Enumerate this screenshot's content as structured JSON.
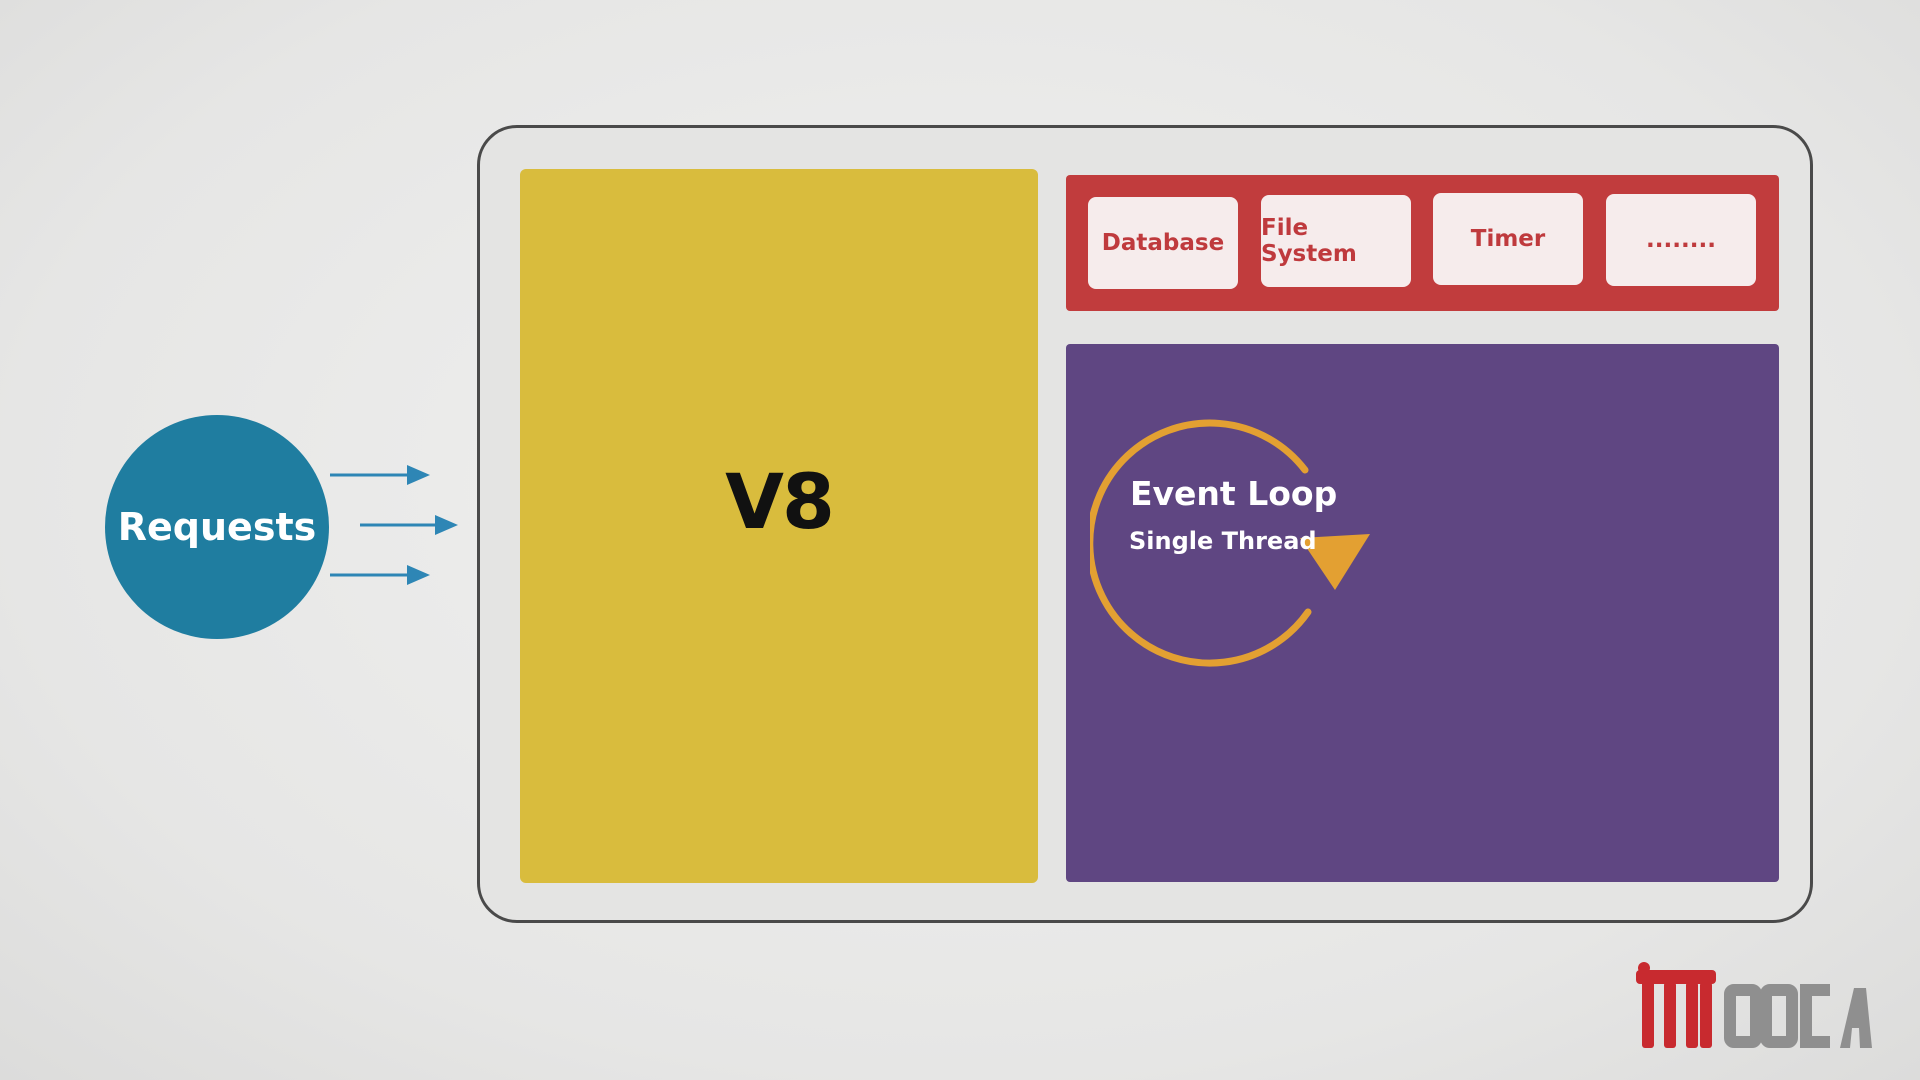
{
  "requests": {
    "label": "Requests"
  },
  "engine": {
    "label": "V8"
  },
  "apis": {
    "items": [
      {
        "label": "Database"
      },
      {
        "label": "File System"
      },
      {
        "label": "Timer"
      },
      {
        "label": "........"
      }
    ]
  },
  "event_loop": {
    "title": "Event Loop",
    "subtitle": "Single Thread"
  },
  "brand": {
    "logo": "MOOCA"
  },
  "colors": {
    "requests": "#1f7da0",
    "v8": "#d9bc3d",
    "apis": "#c13c3d",
    "event_loop_panel": "#5f4682",
    "loop_arrow": "#e3a032"
  }
}
